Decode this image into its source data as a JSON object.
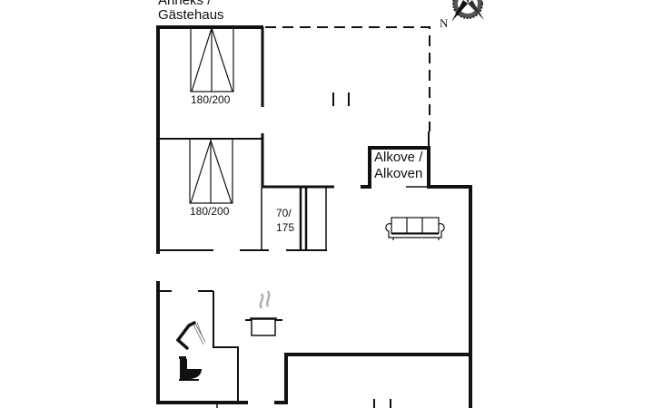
{
  "building": {
    "title_line1": "Anneks /",
    "title_line2": "Gästehaus"
  },
  "rooms": {
    "bedroom1_bed": "180/200",
    "bedroom2_bed": "180/200",
    "small_bed_line1": "70/",
    "small_bed_line2": "175",
    "alcove_line1": "Alkove /",
    "alcove_line2": "Alkoven"
  },
  "compass": {
    "north_label": "N",
    "icon": "compass-rose-icon"
  },
  "icons": {
    "sofa": "sofa-icon",
    "cooking_pot": "cooking-pot-icon",
    "shower": "shower-icon",
    "toilet": "toilet-icon",
    "bed": "bed-icon"
  },
  "colors": {
    "wall": "#111111",
    "steam": "#b0b0b0",
    "background": "#ffffff"
  }
}
